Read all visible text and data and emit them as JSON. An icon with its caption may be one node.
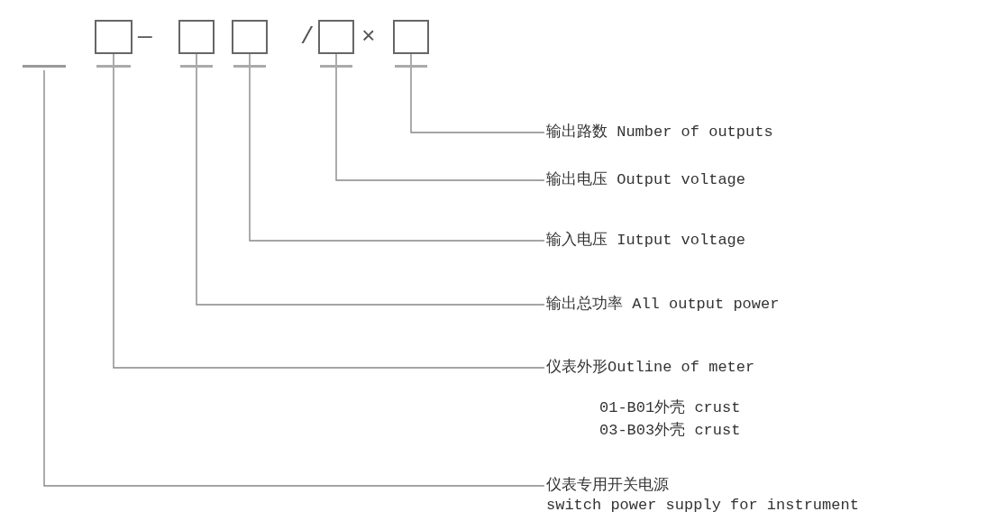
{
  "diagram": {
    "nodes": [
      {
        "text": [],
        "shape": "bar"
      },
      {
        "text": [],
        "shape": "box"
      },
      {
        "text": [],
        "shape": "box"
      },
      {
        "text": [],
        "shape": "box"
      },
      {
        "text": [],
        "shape": "box"
      },
      {
        "text": [],
        "shape": "box"
      },
      {
        "text": [
          "输出路数 Number of outputs"
        ]
      },
      {
        "text": [
          "输出电压 Output voltage"
        ]
      },
      {
        "text": [
          "输入电压 Iutput voltage"
        ]
      },
      {
        "text": [
          "输出总功率 All output power"
        ]
      },
      {
        "text": [
          "仪表外形Outline of meter"
        ],
        "beside": [
          "01-B01外壳 crust",
          "03-B03外壳 crust"
        ]
      },
      {
        "text": [
          "仪表专用开关电源",
          "switch power supply for instrument"
        ]
      }
    ],
    "edges": [
      {
        "from": 6,
        "to": 5,
        "arrow": "none"
      },
      {
        "from": 7,
        "to": 4,
        "arrow": "none"
      },
      {
        "from": 8,
        "to": 3,
        "arrow": "none"
      },
      {
        "from": 9,
        "to": 2,
        "arrow": "none"
      },
      {
        "from": 10,
        "to": 1,
        "arrow": "none"
      },
      {
        "from": 11,
        "to": 0,
        "arrow": "none"
      }
    ],
    "labels": [
      "—",
      "/",
      "×"
    ]
  }
}
